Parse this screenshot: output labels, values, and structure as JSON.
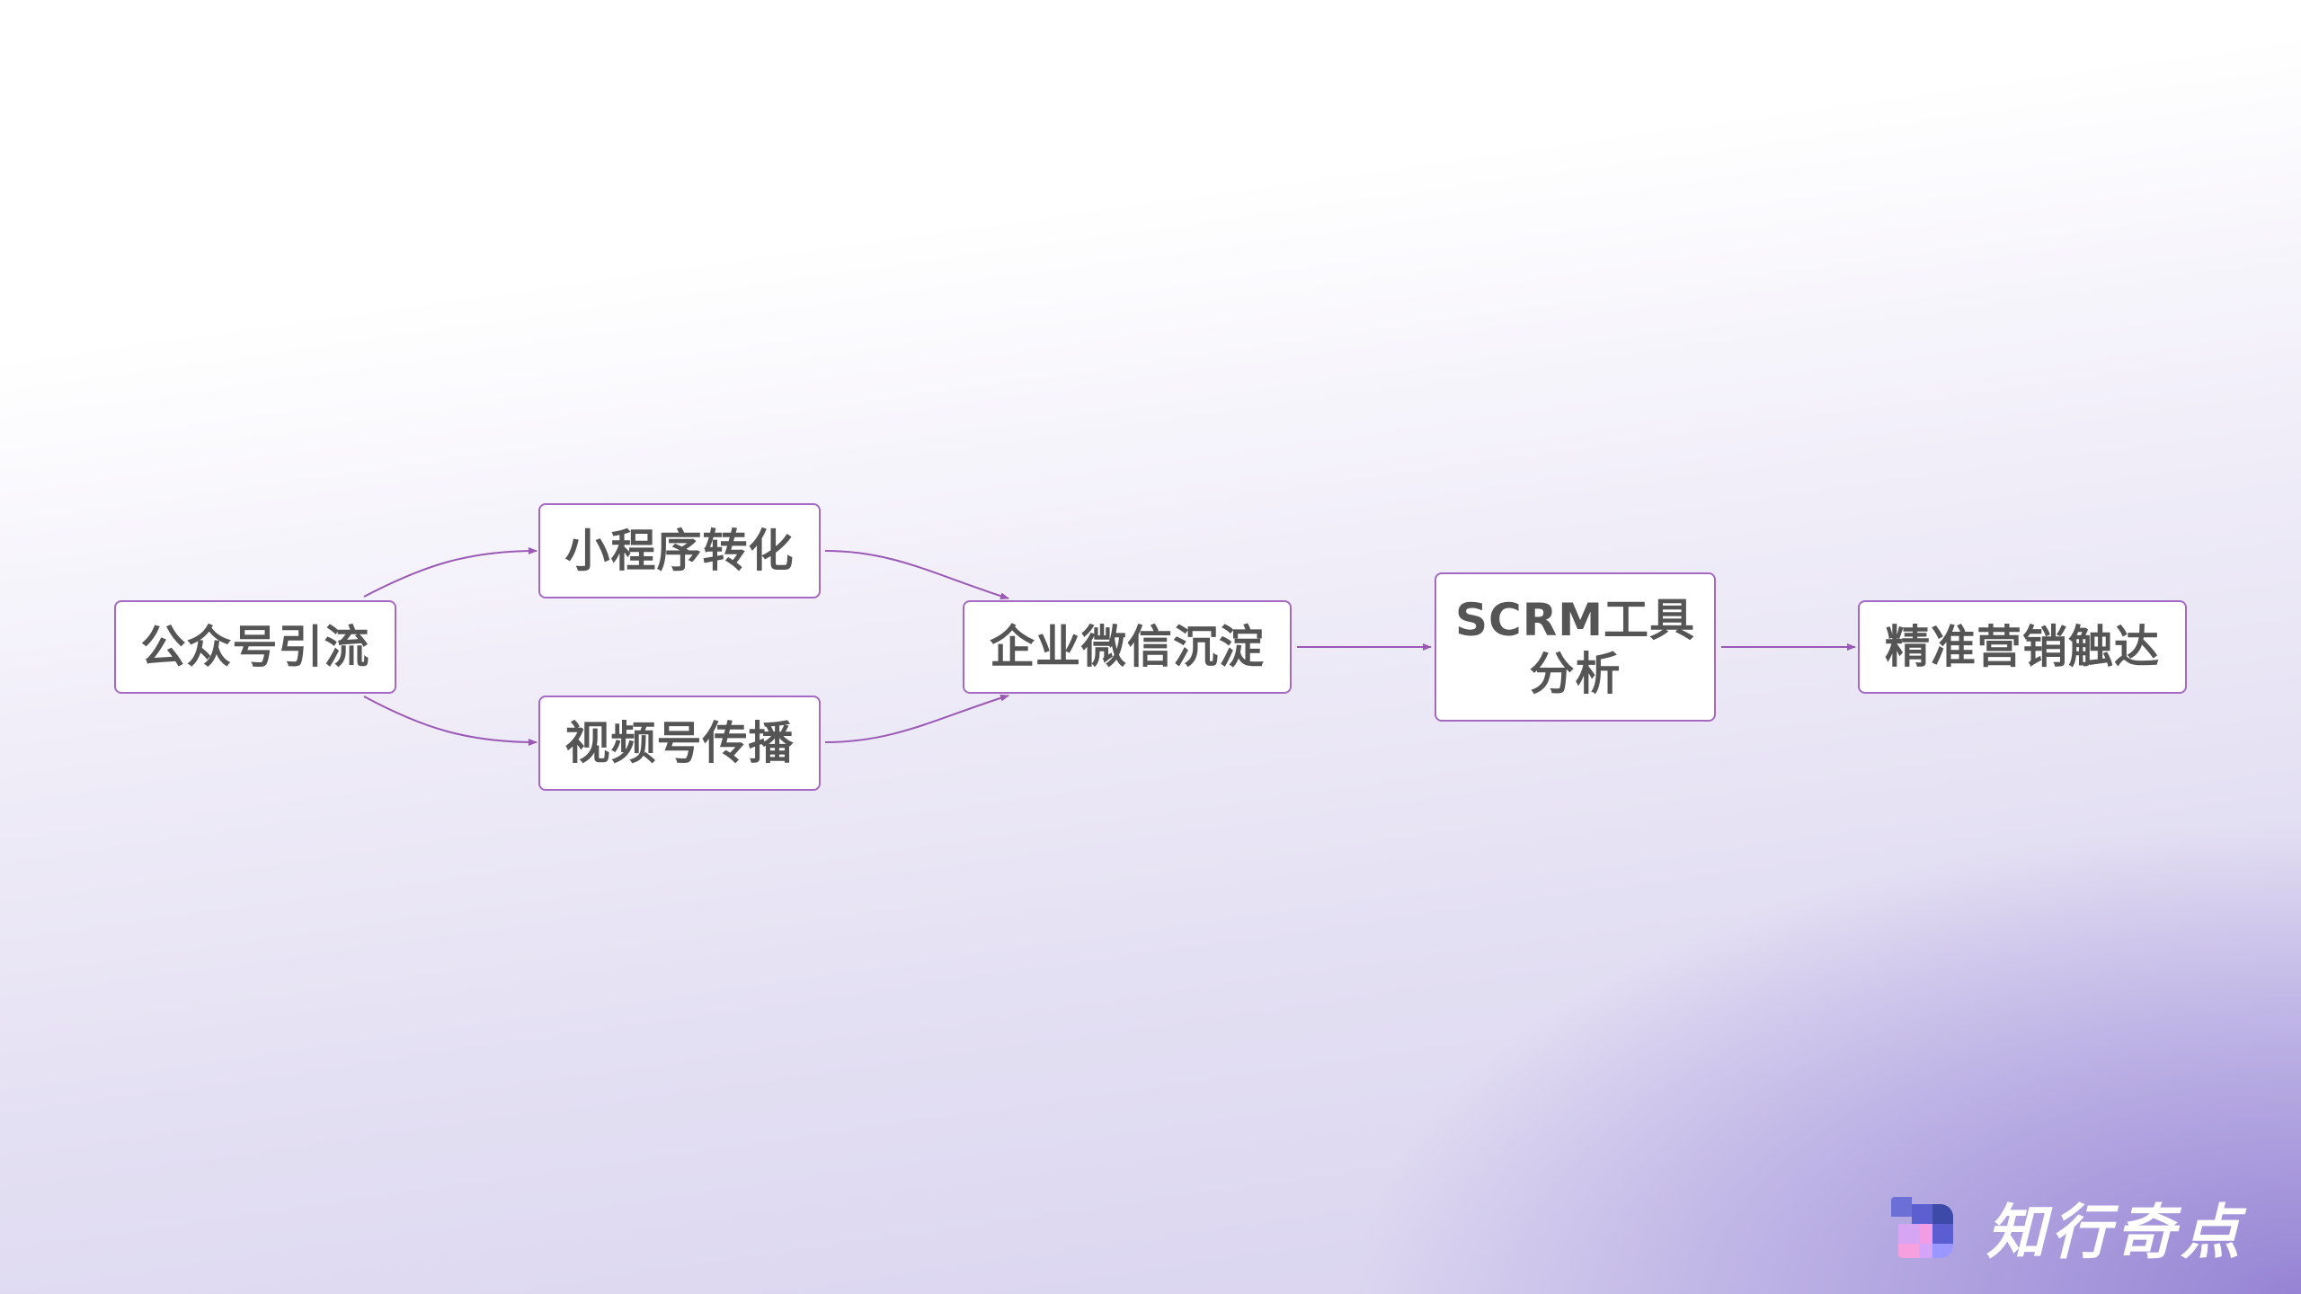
{
  "diagram": {
    "type": "flowchart",
    "direction": "left-to-right",
    "nodes": [
      {
        "id": "n1",
        "label": "公众号引流"
      },
      {
        "id": "n2",
        "label": "小程序转化"
      },
      {
        "id": "n3",
        "label": "视频号传播"
      },
      {
        "id": "n4",
        "label": "企业微信沉淀"
      },
      {
        "id": "n5",
        "label_line1": "SCRM工具",
        "label_line2": "分析"
      },
      {
        "id": "n6",
        "label": "精准营销触达"
      }
    ],
    "edges": [
      {
        "from": "n1",
        "to": "n2"
      },
      {
        "from": "n1",
        "to": "n3"
      },
      {
        "from": "n2",
        "to": "n4"
      },
      {
        "from": "n3",
        "to": "n4"
      },
      {
        "from": "n4",
        "to": "n5"
      },
      {
        "from": "n5",
        "to": "n6"
      }
    ],
    "colors": {
      "node_border": "#a469c2",
      "edge": "#9b59b6",
      "text": "#555555",
      "node_fill": "#ffffff"
    }
  },
  "brand": {
    "name": "知行奇点",
    "icon": "pixel-d-logo-icon"
  }
}
